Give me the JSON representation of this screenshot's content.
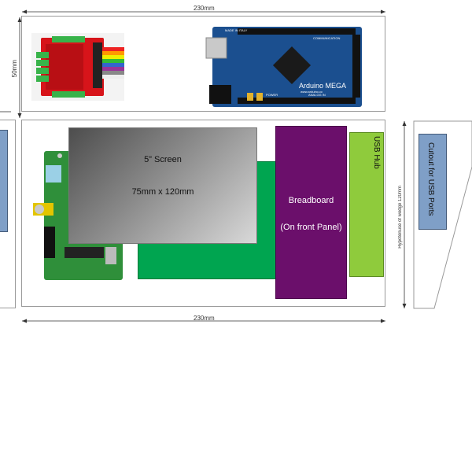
{
  "dimensions": {
    "top_width": "230mm",
    "bottom_width": "230mm",
    "height": "50mm",
    "hypotenuse": "Hypotenuse of wedge 120mm"
  },
  "screen": {
    "title": "5” Screen",
    "size": "75mm x 120mm"
  },
  "breadboard": {
    "title": "Breadboard",
    "subtitle": "(On front Panel)"
  },
  "usb_hub": {
    "label": "USB Hub"
  },
  "cutout": {
    "label": "Cutout for USB Ports"
  },
  "arduino": {
    "brand": "Arduino MEGA",
    "made_in": "MADE IN ITALY",
    "site": "www.arduino.cc",
    "comm": "COMMUNICATION",
    "analog": "ANALOG IN",
    "power": "POWER"
  },
  "colors": {
    "breadboard": "#6b0f6b",
    "usb_hub": "#8fcb3c",
    "green_board": "#00a550",
    "cutout": "#7f9fc7",
    "arduino": "#1b4f8f",
    "raspberry_pi": "#2f8f3a",
    "shield": "#d7141a"
  }
}
